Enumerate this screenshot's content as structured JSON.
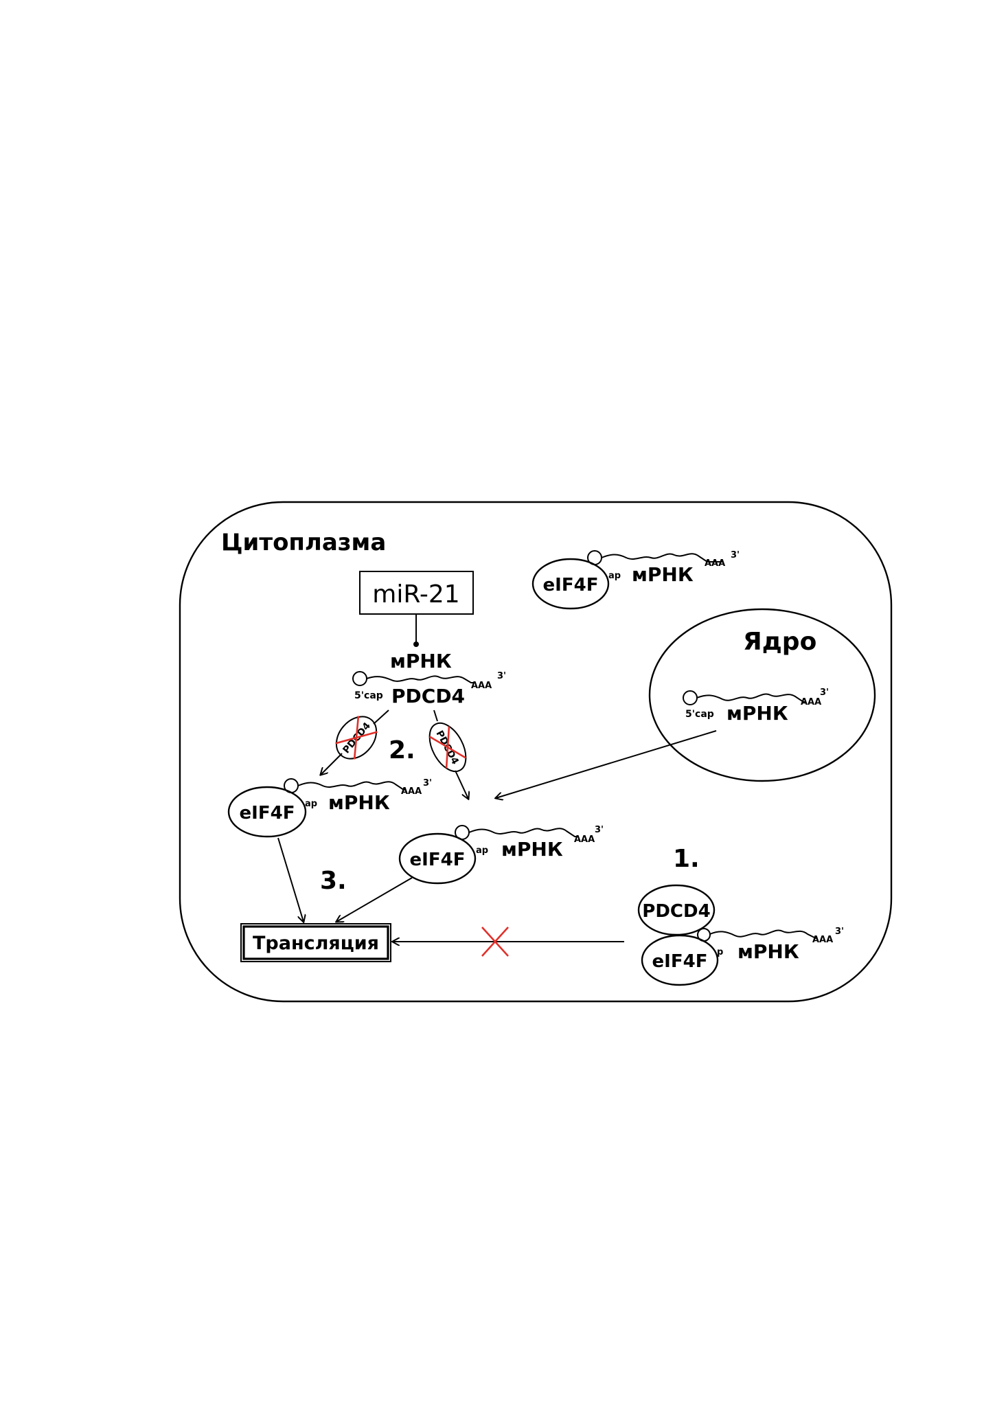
{
  "labels": {
    "cytoplasm": "Цитоплазма",
    "nucleus": "Ядро",
    "mir21": "miR-21",
    "translation": "Трансляция",
    "step1": "1.",
    "step2": "2.",
    "step3": "3."
  },
  "molecules": {
    "mrna": "мРНК",
    "eif4f": "eIF4F",
    "pdcd4": "PDCD4",
    "cap": "5'cap",
    "cap_clipped": "ap",
    "cap_clipped_alt": "p",
    "polyA": "AAA",
    "three_prime": "3'"
  },
  "colors": {
    "outline": "#000000",
    "inhibition_cross": "#e0302a"
  }
}
